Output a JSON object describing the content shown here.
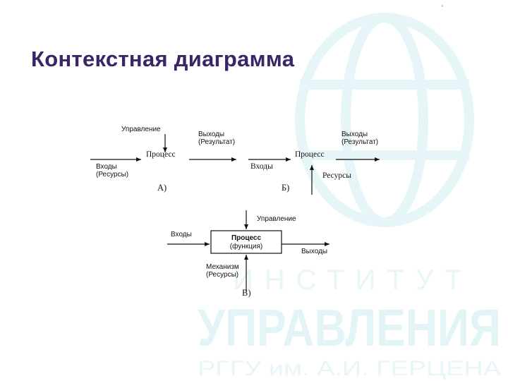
{
  "page": {
    "title": "Контекстная диаграмма",
    "corner_mark": "'"
  },
  "diagram_a": {
    "control": "Управление",
    "process": "Процесс",
    "outputs_line1": "Выходы",
    "outputs_line2": "(Результат)",
    "inputs_line1": "Входы",
    "inputs_line2": "(Ресурсы)",
    "caption": "А)"
  },
  "diagram_b": {
    "inputs": "Входы",
    "process": "Процесс",
    "outputs_line1": "Выходы",
    "outputs_line2": "(Результат)",
    "resources": "Ресурсы",
    "caption": "Б)"
  },
  "diagram_c": {
    "control": "Управление",
    "inputs": "Входы",
    "process_line1": "Процесс",
    "process_line2": "(функция)",
    "outputs": "Выходы",
    "mechanism_line1": "Механизм",
    "mechanism_line2": "(Ресурсы)",
    "caption": "В)"
  },
  "watermark": {
    "line1": "ИНСТИТУТ",
    "line2": "УПРАВЛЕНИЯ",
    "line3": "РГГУ им. А.И. ГЕРЦЕНА",
    "color": "#e3f4f7"
  },
  "colors": {
    "title": "#3b2566",
    "lines": "#111111"
  }
}
